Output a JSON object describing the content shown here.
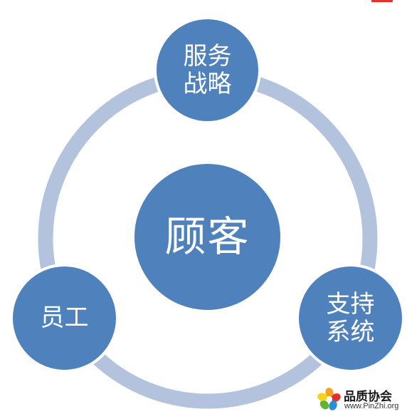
{
  "diagram": {
    "center": {
      "label": "顾客"
    },
    "nodes": [
      {
        "id": "top",
        "lines": [
          "服务",
          "战略"
        ]
      },
      {
        "id": "left",
        "lines": [
          "员工"
        ]
      },
      {
        "id": "right",
        "lines": [
          "支持",
          "系统"
        ]
      }
    ]
  },
  "watermark": {
    "name": "品质协会",
    "url": "www.PinZhi.org"
  },
  "colors": {
    "node_fill": "#4f81bd",
    "ring": "#b3c3de",
    "text": "#ffffff",
    "top_mark": "#e4312c"
  }
}
